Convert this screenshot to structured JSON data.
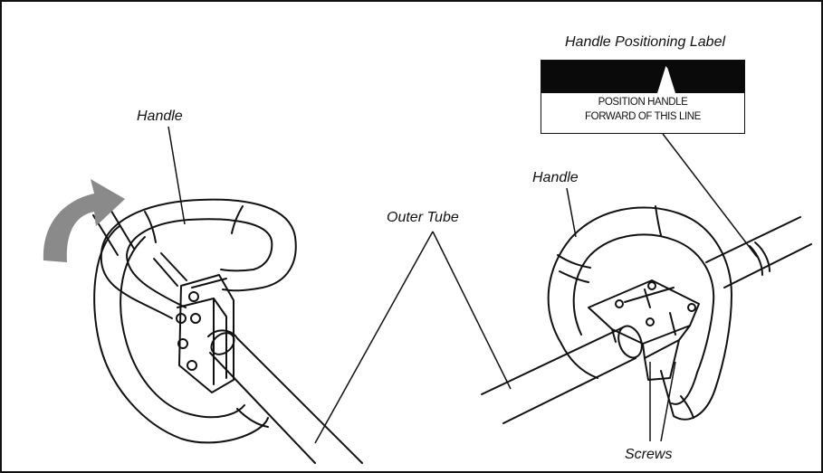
{
  "labels": {
    "handle_left": "Handle",
    "outer_tube": "Outer Tube",
    "handle_right": "Handle",
    "positioning_label_title": "Handle Positioning Label",
    "positioning_label_line1": "POSITION HANDLE",
    "positioning_label_line2": "FORWARD OF THIS LINE",
    "screws": "Screws"
  },
  "colors": {
    "line": "#111111",
    "arrow": "#8a8a8a",
    "label_band": "#0a0a0a",
    "background": "#ffffff"
  }
}
